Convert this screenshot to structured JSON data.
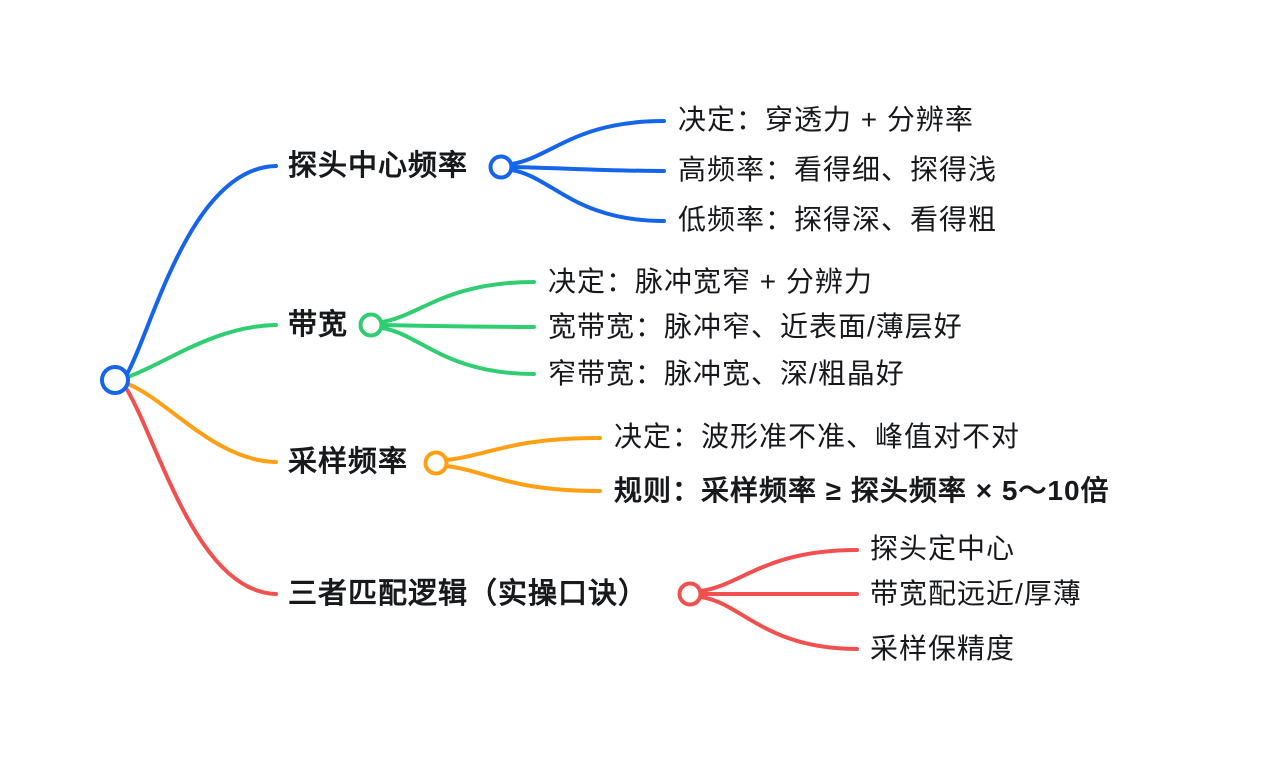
{
  "colors": {
    "blue": "#1565EC",
    "green": "#2FCE71",
    "orange": "#FFA014",
    "red": "#F2504E",
    "text": "#17191C",
    "background": "#FFFFFF"
  },
  "mindmap": {
    "branches": [
      {
        "label": "探头中心频率",
        "color": "#1565EC",
        "children": [
          "决定：穿透力 + 分辨率",
          "高频率：看得细、探得浅",
          "低频率：探得深、看得粗"
        ]
      },
      {
        "label": "带宽",
        "color": "#2FCE71",
        "children": [
          "决定：脉冲宽窄 + 分辨力",
          "宽带宽：脉冲窄、近表面/薄层好",
          "窄带宽：脉冲宽、深/粗晶好"
        ]
      },
      {
        "label": "采样频率",
        "color": "#FFA014",
        "children": [
          "决定：波形准不准、峰值对不对",
          "规则：采样频率 ≥ 探头频率 × 5～10倍"
        ]
      },
      {
        "label": "三者匹配逻辑（实操口诀）",
        "color": "#F2504E",
        "children": [
          "探头定中心",
          "带宽配远近/厚薄",
          "采样保精度"
        ]
      }
    ]
  }
}
